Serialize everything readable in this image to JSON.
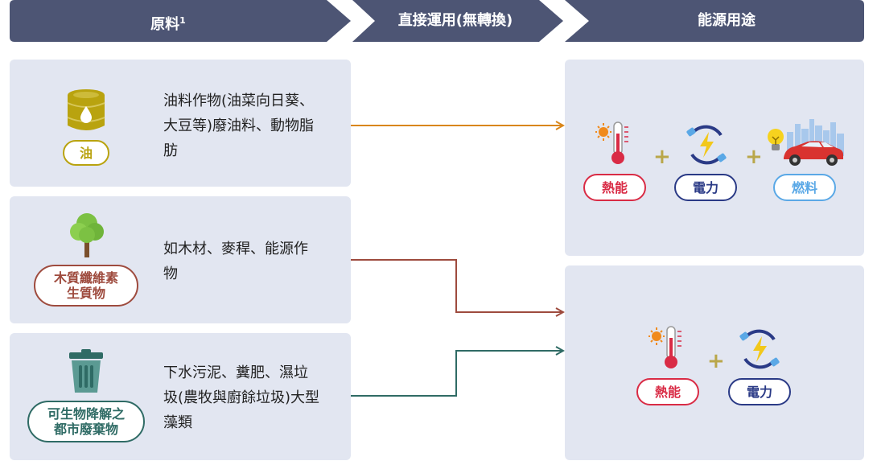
{
  "headers": {
    "feedstock": "原料",
    "feedstock_sup": "1",
    "direct_use": "直接運用(無轉換)",
    "energy_use": "能源用途"
  },
  "feedstocks": [
    {
      "label": "油",
      "description": "油料作物(油菜向日葵、\n大豆等)廢油料、動物脂\n肪",
      "color": "#b9a30f"
    },
    {
      "label": "木質纖維素\n生質物",
      "description": "如木材、麥稈、能源作\n物",
      "color": "#9e4b3e"
    },
    {
      "label": "可生物降解之\n都市廢棄物",
      "description": "下水污泥、糞肥、濕垃\n圾(農牧與廚餘垃圾)大型\n藻類",
      "color": "#2f6b65"
    }
  ],
  "outputs": {
    "top": {
      "heat": "熱能",
      "power": "電力",
      "fuel": "燃料"
    },
    "bottom": {
      "heat": "熱能",
      "power": "電力"
    },
    "plus": "+"
  },
  "colors": {
    "header": "#4d5574",
    "card": "#e2e6f1",
    "heat": "#d92b45",
    "power": "#2a3a86",
    "fuel": "#5aa8e6",
    "arrow_oil": "#d9861a",
    "arrow_wood": "#9e4b3e",
    "arrow_waste": "#2f6b65"
  }
}
